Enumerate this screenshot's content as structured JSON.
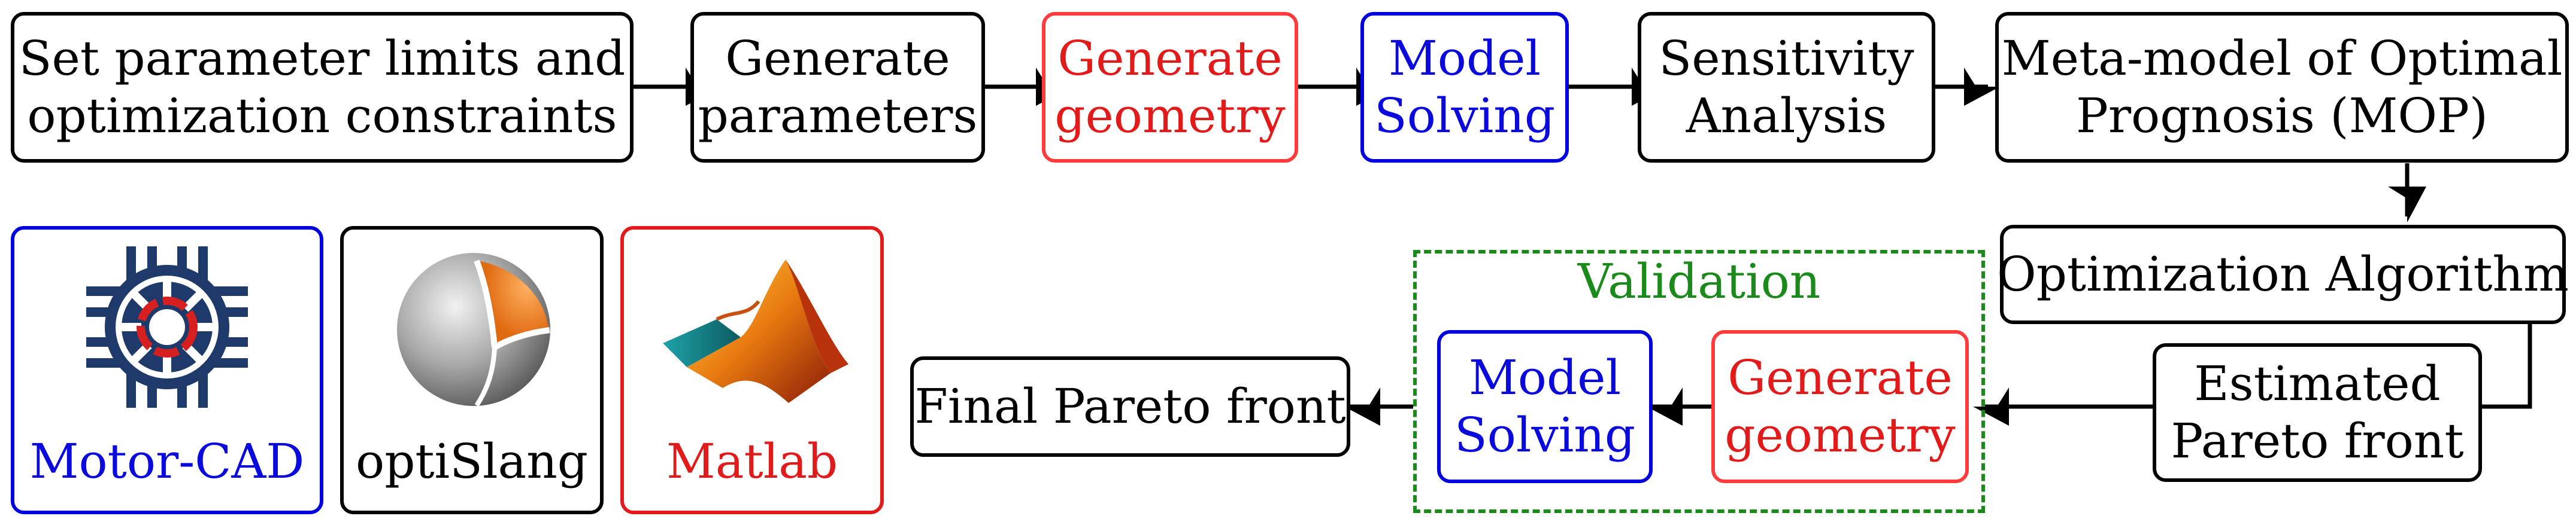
{
  "flow": {
    "top_row": [
      {
        "lines": [
          "Set parameter limits and",
          "optimization constraints"
        ]
      },
      {
        "lines": [
          "Generate",
          "parameters"
        ]
      },
      {
        "lines": [
          "Generate",
          "geometry"
        ]
      },
      {
        "lines": [
          "Model",
          "Solving"
        ]
      },
      {
        "lines": [
          "Sensitivity",
          "Analysis"
        ]
      },
      {
        "lines": [
          "Meta-model of Optimal",
          "Prognosis (MOP)"
        ]
      }
    ],
    "optimization_algorithm": {
      "label": "Optimization Algorithm"
    },
    "estimated_pareto_front": {
      "lines": [
        "Estimated",
        "Pareto front"
      ]
    },
    "validation": {
      "title": "Validation",
      "generate_geometry": {
        "lines": [
          "Generate",
          "geometry"
        ]
      },
      "model_solving": {
        "lines": [
          "Model",
          "Solving"
        ]
      }
    },
    "final_pareto_front": {
      "label": "Final Pareto front"
    }
  },
  "tools": {
    "motorcad": {
      "label": "Motor-CAD",
      "icon": "motor-cad-logo-icon"
    },
    "optislang": {
      "label": "optiSlang",
      "icon": "optislang-sphere-icon"
    },
    "matlab": {
      "label": "Matlab",
      "icon": "matlab-membrane-icon"
    }
  },
  "colors": {
    "tool_red": "#e21a1a",
    "tool_blue": "#0000dd",
    "validation_green": "#1a8a1a",
    "default": "#000000"
  }
}
